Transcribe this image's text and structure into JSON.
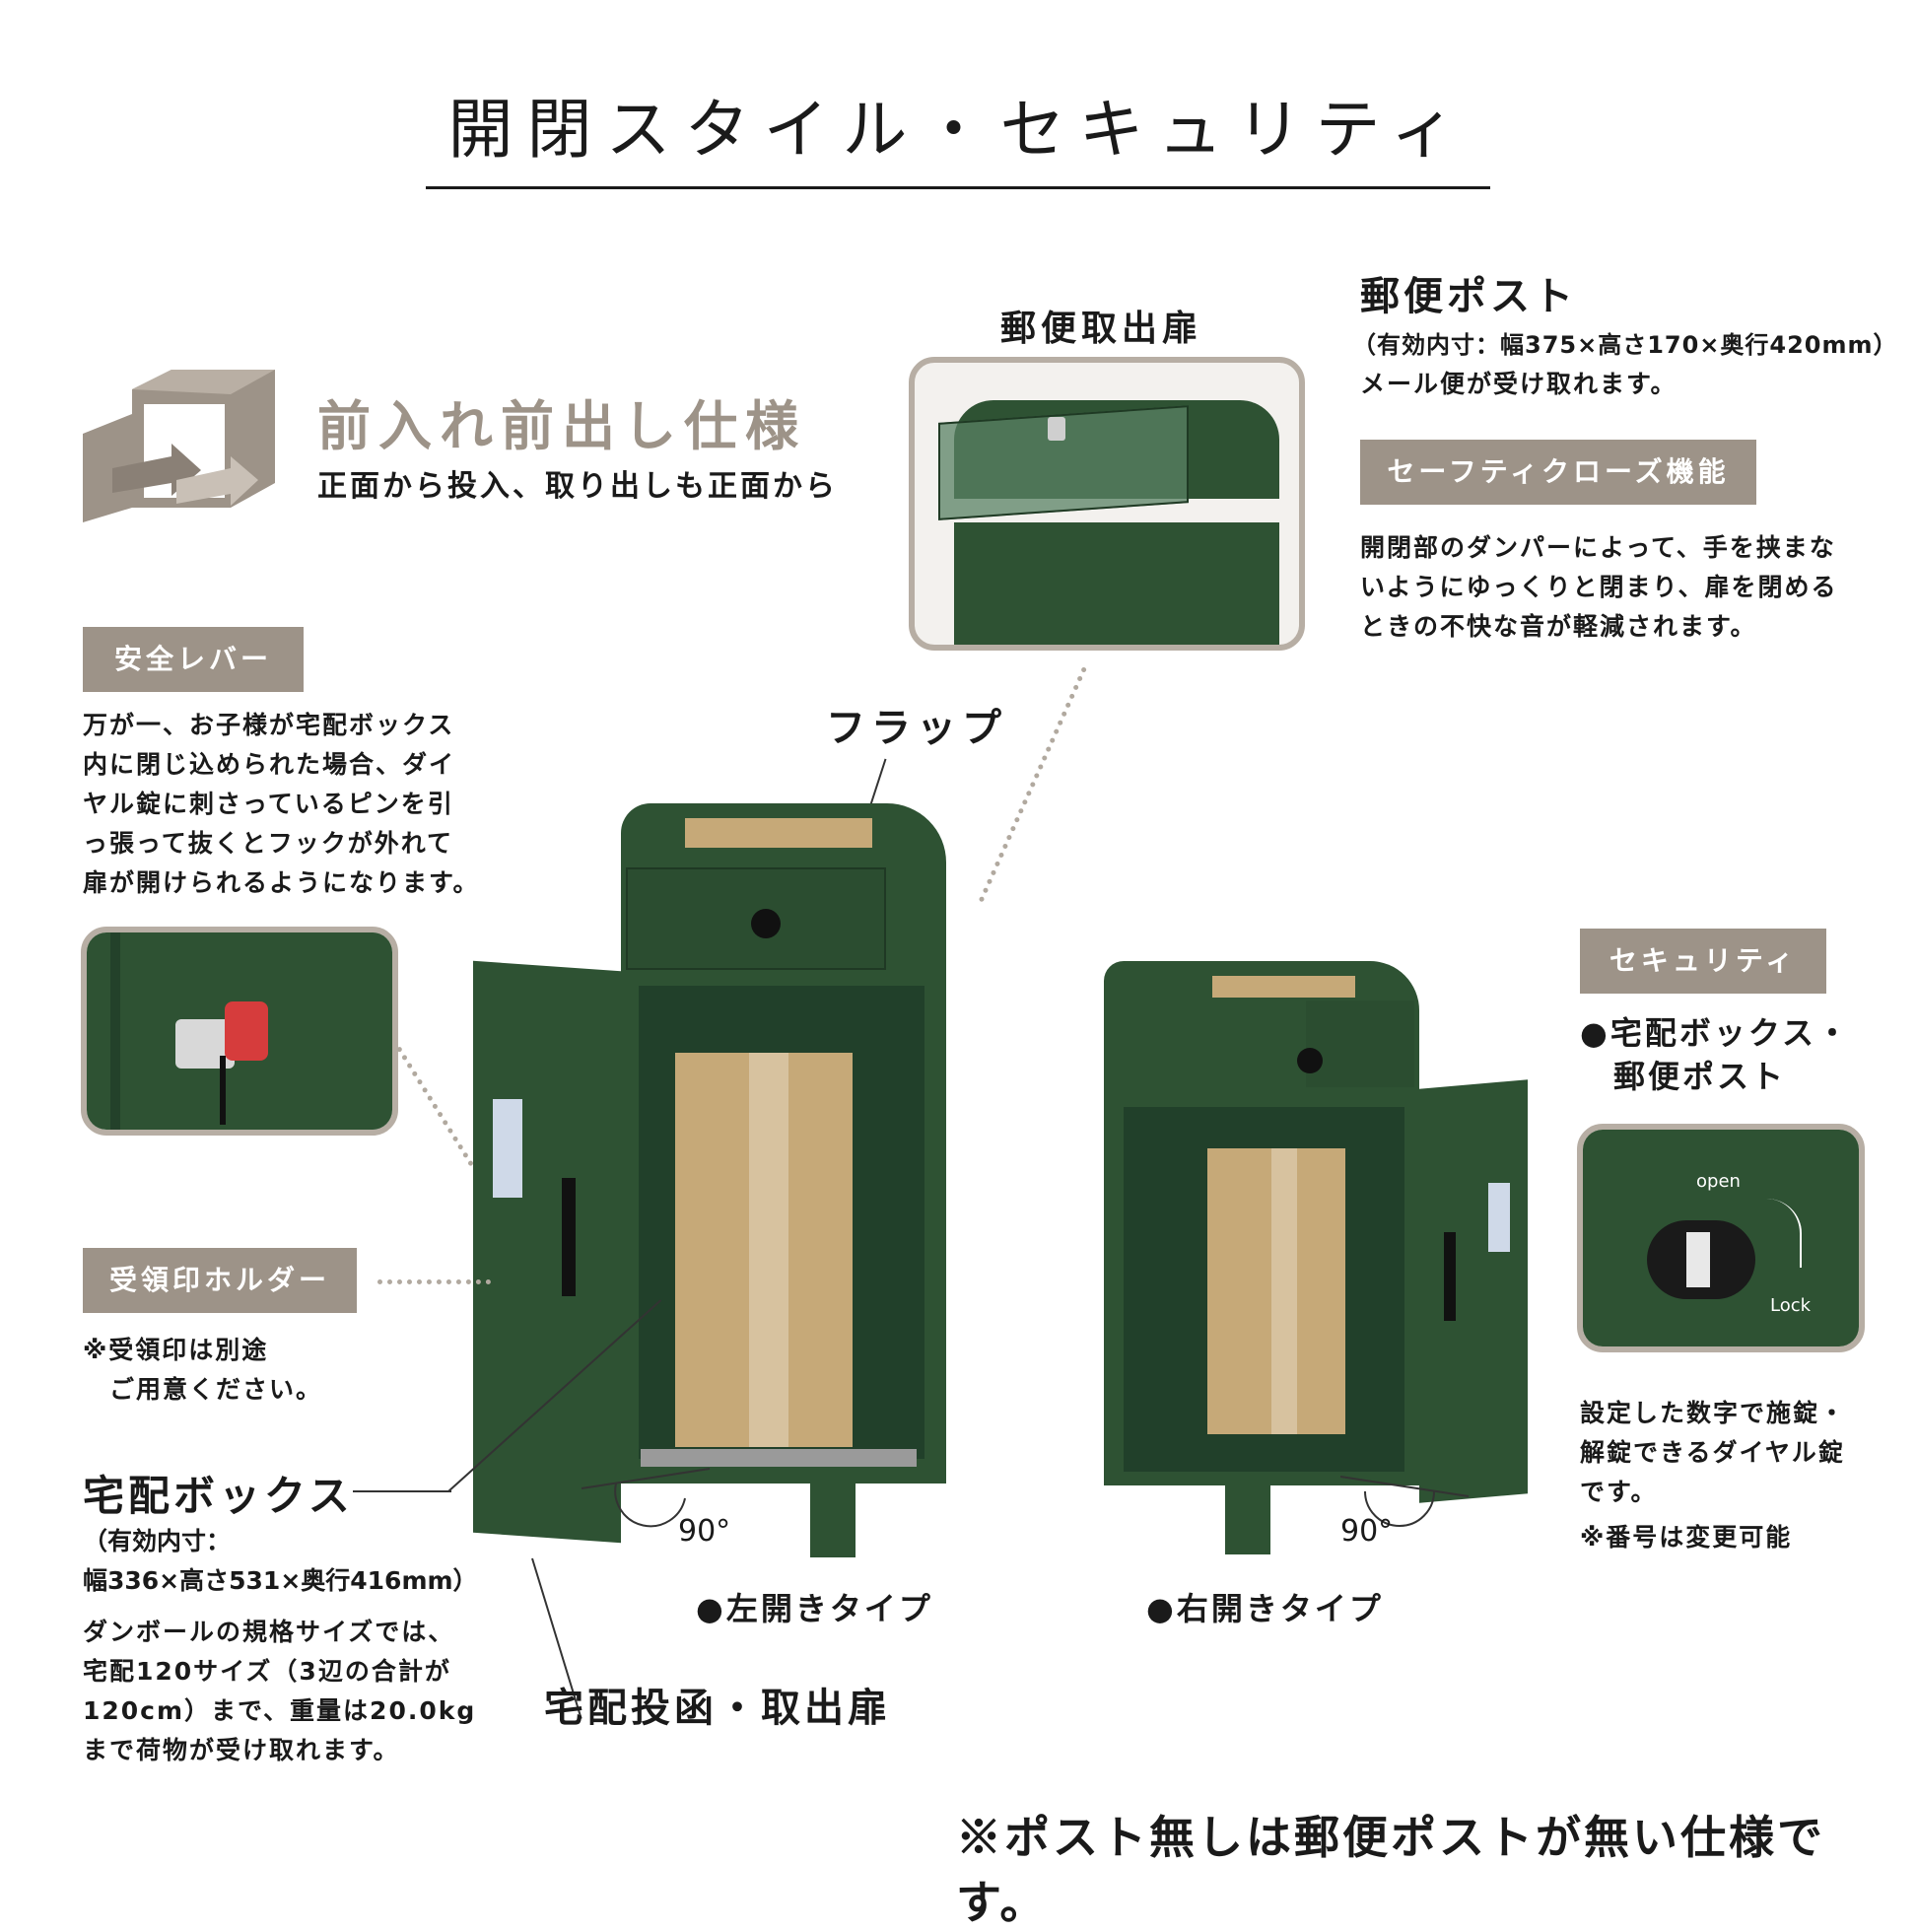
{
  "title": "開閉スタイル・セキュリティ",
  "front_spec": {
    "heading": "前入れ前出し仕様",
    "subtext": "正面から投入、取り出しも正面から",
    "icon": "box-arrows-icon"
  },
  "mail_door_label": "郵便取出扉",
  "mailbox": {
    "heading": "郵便ポスト",
    "dims": "（有効内寸：幅375×高さ170×奥行420mm）",
    "desc": "メール便が受け取れます。"
  },
  "safe_close": {
    "tag": "セーフティクローズ機能",
    "lines": [
      "開閉部のダンパーによって、手を挟まな",
      "いようにゆっくりと閉まり、扉を閉める",
      "ときの不快な音が軽減されます。"
    ]
  },
  "safety_lever": {
    "tag": "安全レバー",
    "lines": [
      "万が一、お子様が宅配ボックス",
      "内に閉じ込められた場合、ダイ",
      "ヤル錠に刺さっているピンを引",
      "っ張って抜くとフックが外れて",
      "扉が開けられるようになります。"
    ]
  },
  "flap_label": "フラップ",
  "stamp_holder": {
    "tag": "受領印ホルダー",
    "lines": [
      "※受領印は別途",
      "　ご用意ください。"
    ]
  },
  "delivery_box": {
    "heading": "宅配ボックス",
    "dims_lines": [
      "（有効内寸：",
      "幅336×高さ531×奥行416mm）"
    ],
    "desc_lines": [
      "ダンボールの規格サイズでは、",
      "宅配120サイズ（3辺の合計が",
      "120cm）まで、重量は20.0kg",
      "まで荷物が受け取れます。"
    ]
  },
  "delivery_door_label": "宅配投函・取出扉",
  "left_type": "●左開きタイプ",
  "right_type": "●右開きタイプ",
  "angle_left": "90°",
  "angle_right": "90°",
  "security": {
    "tag": "セキュリティ",
    "items": [
      "●宅配ボックス・",
      "郵便ポスト"
    ],
    "desc_lines": [
      "設定した数字で施錠・",
      "解錠できるダイヤル錠",
      "です。"
    ],
    "note": "※番号は変更可能",
    "lock_open": "open",
    "lock_lock": "Lock"
  },
  "footer_note": "※ポスト無しは郵便ポストが無い仕様です。",
  "colors": {
    "tag_bg": "#9d9388",
    "box_green": "#2e5233",
    "kraft": "#c6a978",
    "frame": "#b7aea4"
  }
}
